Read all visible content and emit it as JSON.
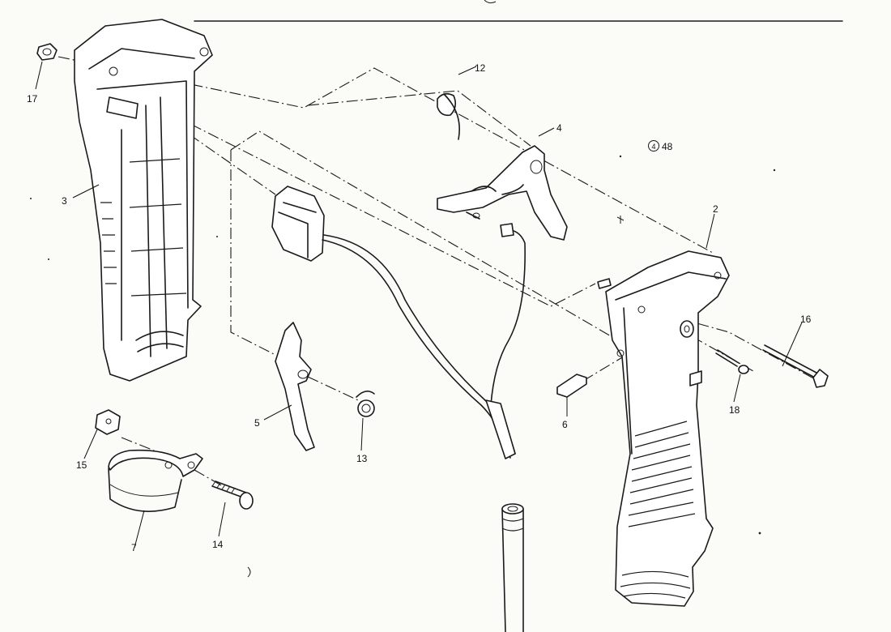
{
  "diagram": {
    "reference_code": "48",
    "reference_symbol": "4",
    "callouts": [
      {
        "id": "c17",
        "label": "17"
      },
      {
        "id": "c12",
        "label": "12"
      },
      {
        "id": "c4",
        "label": "4"
      },
      {
        "id": "c3",
        "label": "3"
      },
      {
        "id": "c2",
        "label": "2"
      },
      {
        "id": "c16",
        "label": "16"
      },
      {
        "id": "c18",
        "label": "18"
      },
      {
        "id": "c6",
        "label": "6"
      },
      {
        "id": "c5",
        "label": "5"
      },
      {
        "id": "c13",
        "label": "13"
      },
      {
        "id": "c15",
        "label": "15"
      },
      {
        "id": "c14",
        "label": "14"
      },
      {
        "id": "c7",
        "label": "7"
      }
    ]
  }
}
